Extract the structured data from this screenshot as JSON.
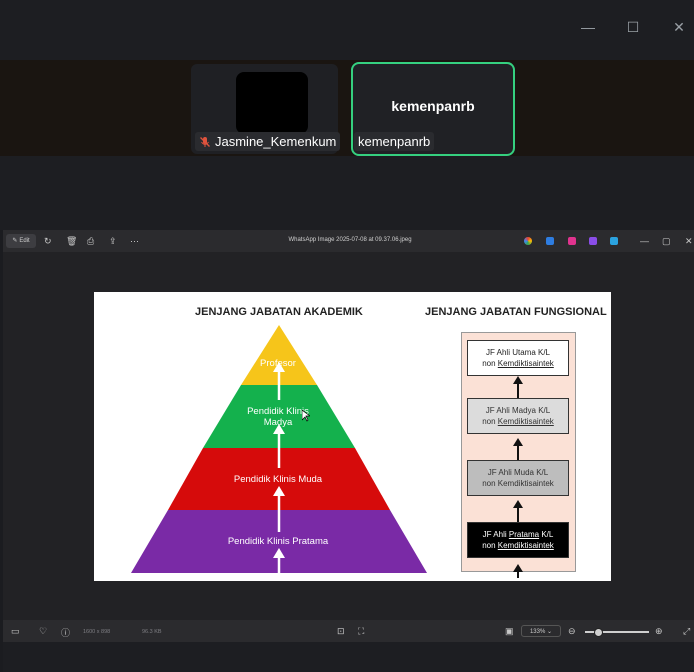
{
  "meeting": {
    "window_controls": {
      "minimize": "—",
      "maximize": "☐",
      "close": "✕"
    },
    "participants": [
      {
        "name": "Jasmine_Kemenkum",
        "muted": true
      },
      {
        "name": "kemenpanrb",
        "display_name": "kemenpanrb",
        "label": "kemenpanrb",
        "active_speaker_color": "#35d07f"
      }
    ]
  },
  "viewer": {
    "edit_label": "Edit",
    "title": "WhatsApp Image 2025-07-08 at 09.37.06.jpeg",
    "toolbar_icons": [
      "rotate-icon",
      "delete-icon",
      "print-icon",
      "share-icon",
      "more-icon"
    ],
    "window_controls": {
      "minimize": "—",
      "maximize": "▢",
      "close": "✕"
    },
    "status": {
      "dimensions": "1600 x 898",
      "file_size": "96.3 KB",
      "zoom": "133%"
    }
  },
  "image": {
    "left_heading": "JENJANG JABATAN AKADEMIK",
    "right_heading": "JENJANG JABATAN FUNGSIONAL",
    "pyramid": [
      {
        "line1": "Profesor",
        "line2": "",
        "color": "#f6c51a"
      },
      {
        "line1": "Pendidik Klinis",
        "line2": "Madya",
        "color": "#14b14d"
      },
      {
        "line1": "Pendidik Klinis Muda",
        "line2": "",
        "color": "#d60b0b"
      },
      {
        "line1": "Pendidik Klinis Pratama",
        "line2": "",
        "color": "#7a2aa6"
      }
    ],
    "ladder": [
      {
        "pre": "JF Ahli Utama K/L",
        "post": "",
        "u": "",
        "line2a": "non ",
        "line2u": "Kemdiktisaintek",
        "bg": "#ffffff",
        "fg": "#222222"
      },
      {
        "pre": "JF Ahli Madya K/L",
        "post": "",
        "u": "",
        "line2a": "non ",
        "line2u": "Kemdiktisaintek",
        "bg": "#dcdcdc",
        "fg": "#333333"
      },
      {
        "pre": "JF Ahli Muda K/L",
        "post": "",
        "u": "",
        "line2a": "non Kemdiktisaintek",
        "line2u": "",
        "bg": "#bdbdbd",
        "fg": "#333333"
      },
      {
        "pre": "JF Ahli ",
        "u": "Pratama",
        "post": " K/L",
        "line2a": "non ",
        "line2u": "Kemdiktisaintek",
        "bg": "#000000",
        "fg": "#ffffff"
      }
    ]
  }
}
